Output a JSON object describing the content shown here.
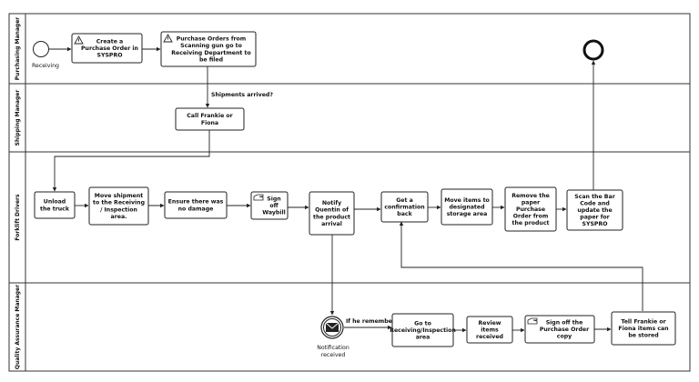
{
  "lanes": [
    {
      "id": "purchasing",
      "title": "Purchasing Manager"
    },
    {
      "id": "shipping",
      "title": "Shipping Manager"
    },
    {
      "id": "forklift",
      "title": "Forklift Drivers"
    },
    {
      "id": "qa",
      "title": "Quality Assurance Manager"
    }
  ],
  "events": {
    "start": {
      "label": "Receiving"
    },
    "message": {
      "label": "Notification received"
    }
  },
  "tasks": {
    "t_create_po": {
      "text": "Create a Purchase Order in SYSPRO",
      "icon": "user-task-icon"
    },
    "t_po_scanning": {
      "text": "Purchase Orders from Scanning gun go to Receiving Department to be filed",
      "icon": "user-task-icon"
    },
    "t_call": {
      "text": "Call Frankie or Fiona"
    },
    "t_unload": {
      "text": "Unload the truck"
    },
    "t_move_shipment": {
      "text": "Move shipment to the Receiving / Inspection area."
    },
    "t_ensure": {
      "text": "Ensure there was no damage"
    },
    "t_sign_waybill": {
      "text": "Sign off Waybill",
      "icon": "manual-task-icon"
    },
    "t_notify": {
      "text": "Notify Quentin of the product arrival"
    },
    "t_confirm": {
      "text": "Get a confirmation back"
    },
    "t_move_items": {
      "text": "Move items to designated storage area"
    },
    "t_remove_paper": {
      "text": "Remove the paper Purchase Order from the product"
    },
    "t_scan": {
      "text": "Scan the Bar Code and update the paper for SYSPRO"
    },
    "t_goto": {
      "text": "Go to Receiving/Inspection area"
    },
    "t_review": {
      "text": "Review items received"
    },
    "t_sign_po": {
      "text": "Sign off the Purchase Order copy",
      "icon": "manual-task-icon"
    },
    "t_tell": {
      "text": "Tell Frankie or Fiona items can be stored"
    }
  },
  "edge_labels": {
    "shipments": "Shipments arrived?",
    "remembers": "If he remembers"
  }
}
